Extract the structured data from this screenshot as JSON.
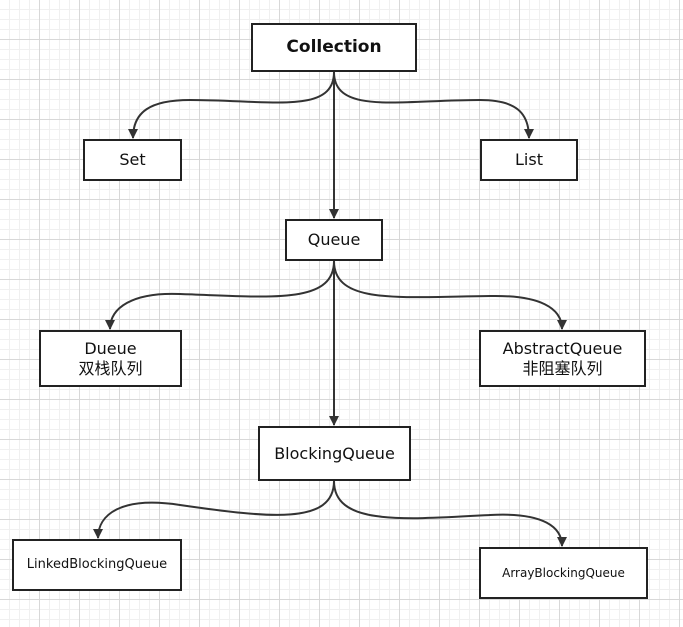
{
  "nodes": {
    "collection": {
      "label": "Collection"
    },
    "set": {
      "label": "Set"
    },
    "list": {
      "label": "List"
    },
    "queue": {
      "label": "Queue"
    },
    "dueue": {
      "label": "Dueue",
      "sublabel": "双栈队列"
    },
    "abstract_queue": {
      "label": "AbstractQueue",
      "sublabel": "非阻塞队列"
    },
    "blocking_queue": {
      "label": "BlockingQueue"
    },
    "linked_blocking_queue": {
      "label": "LinkedBlockingQueue"
    },
    "array_blocking_queue": {
      "label": "ArrayBlockingQueue"
    }
  },
  "edges": [
    {
      "from": "Collection",
      "to": "Set"
    },
    {
      "from": "Collection",
      "to": "List"
    },
    {
      "from": "Collection",
      "to": "Queue"
    },
    {
      "from": "Queue",
      "to": "Dueue"
    },
    {
      "from": "Queue",
      "to": "AbstractQueue"
    },
    {
      "from": "Queue",
      "to": "BlockingQueue"
    },
    {
      "from": "BlockingQueue",
      "to": "LinkedBlockingQueue"
    },
    {
      "from": "BlockingQueue",
      "to": "ArrayBlockingQueue"
    }
  ],
  "colors": {
    "stroke": "#333333",
    "box_border": "#222222",
    "grid": "#d8d8d8"
  }
}
